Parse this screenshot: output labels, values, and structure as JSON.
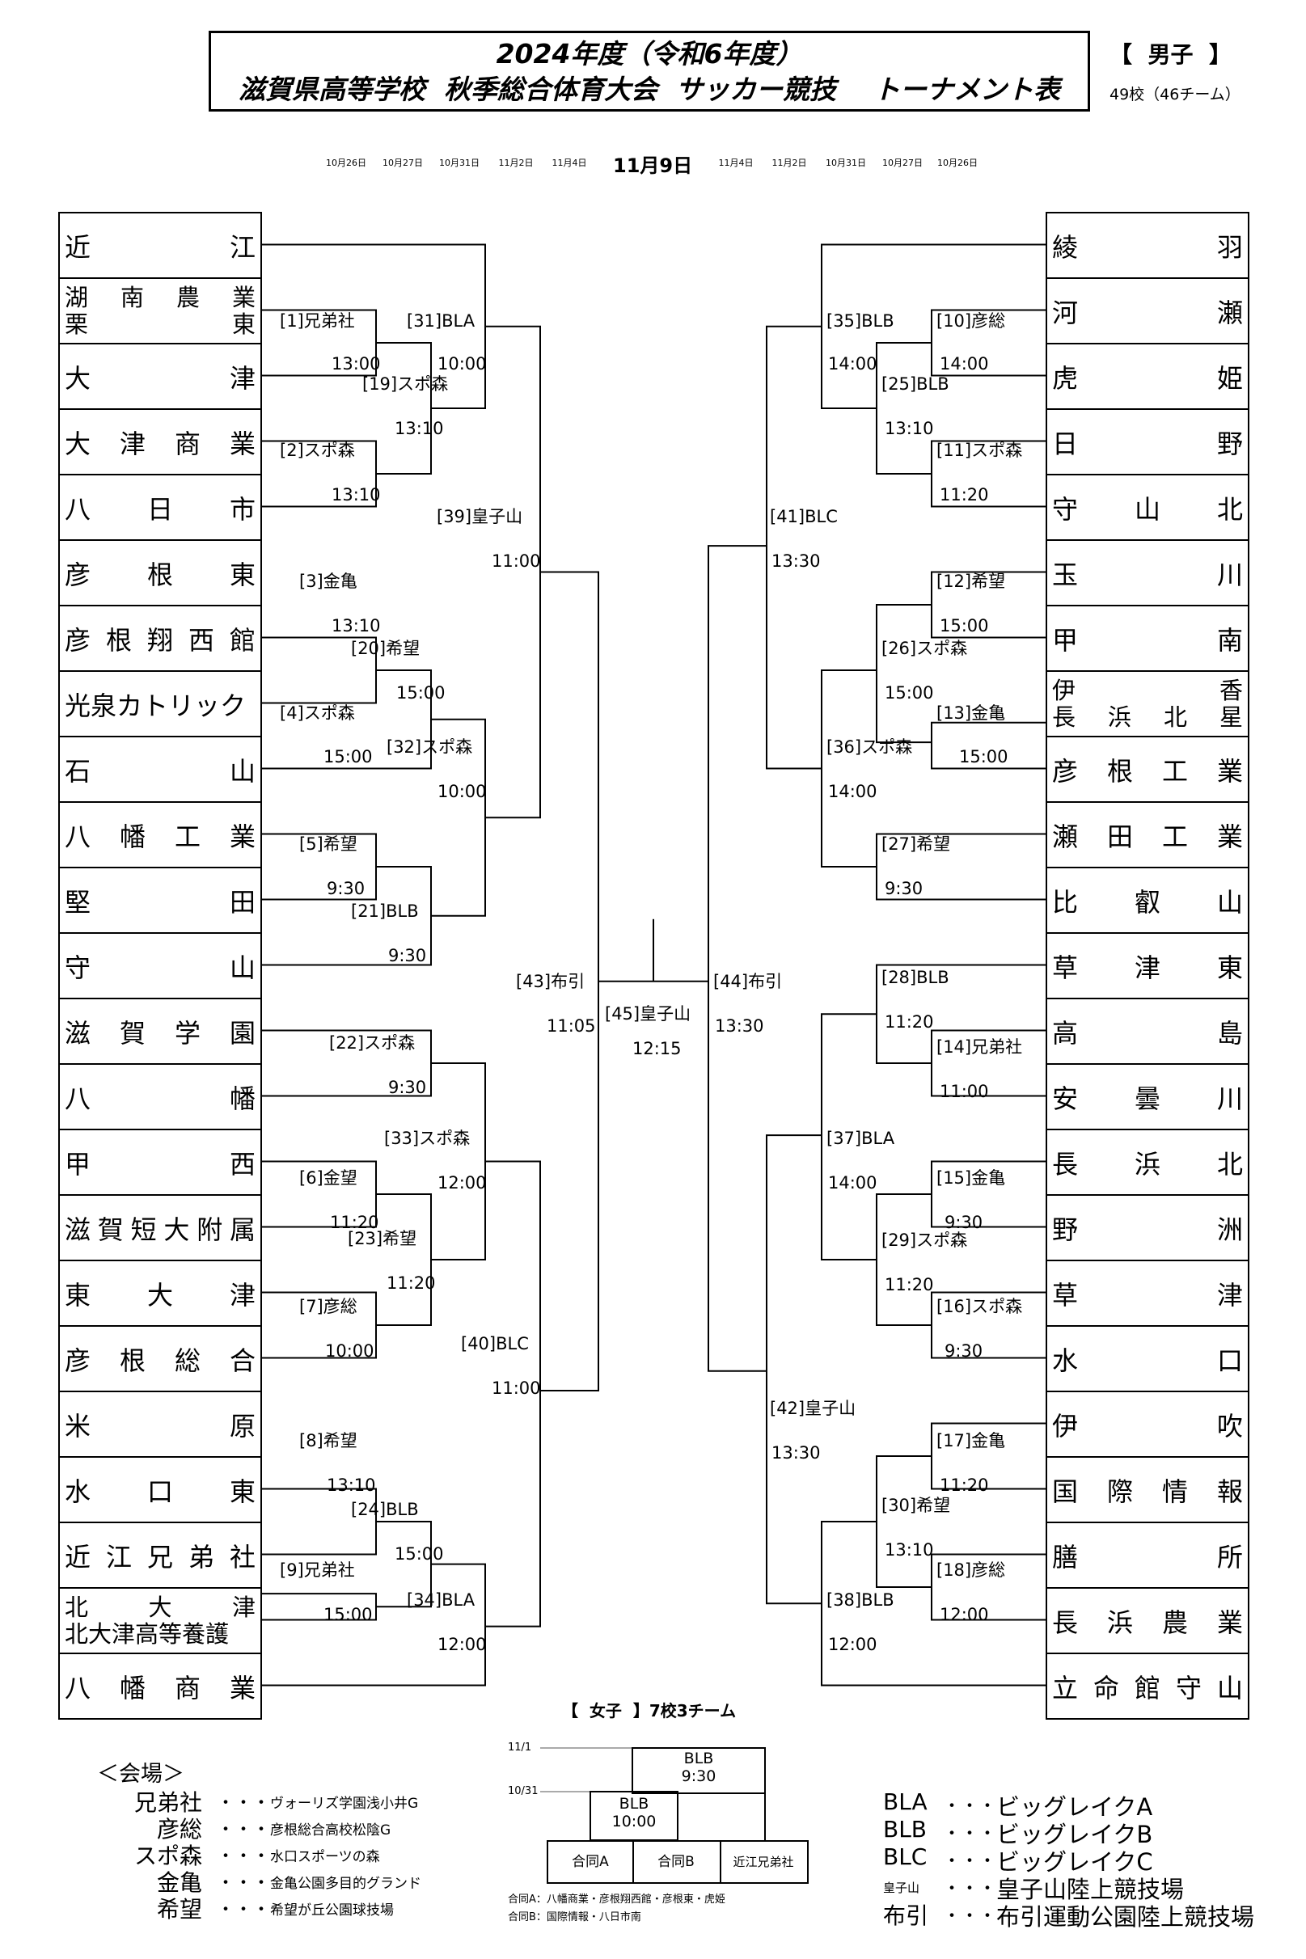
{
  "header": {
    "title_line1": "2024年度（令和6年度）",
    "title_line2": "滋賀県高等学校  秋季総合体育大会  サッカー競技    トーナメント表",
    "gender": "【  男子  】",
    "school_count": "49校（46チーム）"
  },
  "dates": {
    "left": [
      "10月26日",
      "10月27日",
      "10月31日",
      "11月2日",
      "11月4日"
    ],
    "center": "11月9日",
    "right": [
      "11月4日",
      "11月2日",
      "10月31日",
      "10月27日",
      "10月26日"
    ]
  },
  "left_teams": [
    {
      "lines": [
        "近江"
      ]
    },
    {
      "lines": [
        "湖南農業",
        "栗東"
      ]
    },
    {
      "lines": [
        "大津"
      ]
    },
    {
      "lines": [
        "大津商業"
      ]
    },
    {
      "lines": [
        "八日市"
      ]
    },
    {
      "lines": [
        "彦根東"
      ]
    },
    {
      "lines": [
        "彦根翔西館"
      ]
    },
    {
      "lines": [
        "光泉カトリック"
      ]
    },
    {
      "lines": [
        "石山"
      ]
    },
    {
      "lines": [
        "八幡工業"
      ]
    },
    {
      "lines": [
        "堅田"
      ]
    },
    {
      "lines": [
        "守山"
      ]
    },
    {
      "lines": [
        "滋賀学園"
      ]
    },
    {
      "lines": [
        "八幡"
      ]
    },
    {
      "lines": [
        "甲西"
      ]
    },
    {
      "lines": [
        "滋賀短大附属"
      ]
    },
    {
      "lines": [
        "東大津"
      ]
    },
    {
      "lines": [
        "彦根総合"
      ]
    },
    {
      "lines": [
        "米原"
      ]
    },
    {
      "lines": [
        "水口東"
      ]
    },
    {
      "lines": [
        "近江兄弟社"
      ]
    },
    {
      "lines": [
        "北大津",
        "北大津高等養護"
      ]
    },
    {
      "lines": [
        "八幡商業"
      ]
    }
  ],
  "right_teams": [
    {
      "lines": [
        "綾羽"
      ]
    },
    {
      "lines": [
        "河瀬"
      ]
    },
    {
      "lines": [
        "虎姫"
      ]
    },
    {
      "lines": [
        "日野"
      ]
    },
    {
      "lines": [
        "守山北"
      ]
    },
    {
      "lines": [
        "玉川"
      ]
    },
    {
      "lines": [
        "甲南"
      ]
    },
    {
      "lines": [
        "伊香",
        "長浜北星"
      ]
    },
    {
      "lines": [
        "彦根工業"
      ]
    },
    {
      "lines": [
        "瀬田工業"
      ]
    },
    {
      "lines": [
        "比叡山"
      ]
    },
    {
      "lines": [
        "草津東"
      ]
    },
    {
      "lines": [
        "高島"
      ]
    },
    {
      "lines": [
        "安曇川"
      ]
    },
    {
      "lines": [
        "長浜北"
      ]
    },
    {
      "lines": [
        "野洲"
      ]
    },
    {
      "lines": [
        "草津"
      ]
    },
    {
      "lines": [
        "水口"
      ]
    },
    {
      "lines": [
        "伊吹"
      ]
    },
    {
      "lines": [
        "国際情報"
      ]
    },
    {
      "lines": [
        "膳所"
      ]
    },
    {
      "lines": [
        "長浜農業"
      ]
    },
    {
      "lines": [
        "立命館守山"
      ]
    }
  ],
  "matches": [
    {
      "id": "m1",
      "label": "[1]兄弟社",
      "time": "13:00"
    },
    {
      "id": "m2",
      "label": "[2]スポ森",
      "time": "13:10"
    },
    {
      "id": "m3",
      "label": "[3]金亀",
      "time": "13:10"
    },
    {
      "id": "m4",
      "label": "[4]スポ森",
      "time": "15:00"
    },
    {
      "id": "m5",
      "label": "[5]希望",
      "time": "9:30"
    },
    {
      "id": "m6",
      "label": "[6]金望",
      "time": "11:20"
    },
    {
      "id": "m7",
      "label": "[7]彦総",
      "time": "10:00"
    },
    {
      "id": "m8",
      "label": "[8]希望",
      "time": "13:10"
    },
    {
      "id": "m9",
      "label": "[9]兄弟社",
      "time": "15:00"
    },
    {
      "id": "m10",
      "label": "[10]彦総",
      "time": "14:00"
    },
    {
      "id": "m11",
      "label": "[11]スポ森",
      "time": "11:20"
    },
    {
      "id": "m12",
      "label": "[12]希望",
      "time": "15:00"
    },
    {
      "id": "m13",
      "label": "[13]金亀",
      "time": "15:00"
    },
    {
      "id": "m14",
      "label": "[14]兄弟社",
      "time": "11:00"
    },
    {
      "id": "m15",
      "label": "[15]金亀",
      "time": "9:30"
    },
    {
      "id": "m16",
      "label": "[16]スポ森",
      "time": "9:30"
    },
    {
      "id": "m17",
      "label": "[17]金亀",
      "time": "11:20"
    },
    {
      "id": "m18",
      "label": "[18]彦総",
      "time": "12:00"
    },
    {
      "id": "m19",
      "label": "[19]スポ森",
      "time": "13:10"
    },
    {
      "id": "m20",
      "label": "[20]希望",
      "time": "15:00"
    },
    {
      "id": "m21",
      "label": "[21]BLB",
      "time": "9:30"
    },
    {
      "id": "m22",
      "label": "[22]スポ森",
      "time": "9:30"
    },
    {
      "id": "m23",
      "label": "[23]希望",
      "time": "11:20"
    },
    {
      "id": "m24",
      "label": "[24]BLB",
      "time": "15:00"
    },
    {
      "id": "m25",
      "label": "[25]BLB",
      "time": "13:10"
    },
    {
      "id": "m26",
      "label": "[26]スポ森",
      "time": "15:00"
    },
    {
      "id": "m27",
      "label": "[27]希望",
      "time": "9:30"
    },
    {
      "id": "m28",
      "label": "[28]BLB",
      "time": "11:20"
    },
    {
      "id": "m29",
      "label": "[29]スポ森",
      "time": "11:20"
    },
    {
      "id": "m30",
      "label": "[30]希望",
      "time": "13:10"
    },
    {
      "id": "m31",
      "label": "[31]BLA",
      "time": "10:00"
    },
    {
      "id": "m32",
      "label": "[32]スポ森",
      "time": "10:00"
    },
    {
      "id": "m33",
      "label": "[33]スポ森",
      "time": "12:00"
    },
    {
      "id": "m34",
      "label": "[34]BLA",
      "time": "12:00"
    },
    {
      "id": "m35",
      "label": "[35]BLB",
      "time": "14:00"
    },
    {
      "id": "m36",
      "label": "[36]スポ森",
      "time": "14:00"
    },
    {
      "id": "m37",
      "label": "[37]BLA",
      "time": "14:00"
    },
    {
      "id": "m38",
      "label": "[38]BLB",
      "time": "12:00"
    },
    {
      "id": "m39",
      "label": "[39]皇子山",
      "time": "11:00"
    },
    {
      "id": "m40",
      "label": "[40]BLC",
      "time": "11:00"
    },
    {
      "id": "m41",
      "label": "[41]BLC",
      "time": "13:30"
    },
    {
      "id": "m42",
      "label": "[42]皇子山",
      "time": "13:30"
    },
    {
      "id": "m43",
      "label": "[43]布引",
      "time": "11:05"
    },
    {
      "id": "m44",
      "label": "[44]布引",
      "time": "13:30"
    },
    {
      "id": "m45",
      "label": "[45]皇子山",
      "time": "12:15"
    }
  ],
  "women": {
    "title": "【  女子  】7校3チーム",
    "date_final": "11/1",
    "date_semi": "10/31",
    "final_venue": "BLB",
    "final_time": "9:30",
    "semi_venue": "BLB",
    "semi_time": "10:00",
    "teams": [
      "合同A",
      "合同B",
      "近江兄弟社"
    ],
    "note_a": "合同A：八幡商業・彦根翔西館・彦根東・虎姫",
    "note_b": "合同B：国際情報・八日市南"
  },
  "venues": {
    "heading": "＜会場＞",
    "dots": "・・・",
    "items": [
      {
        "name": "兄弟社",
        "desc": "ヴォーリズ学園浅小井G"
      },
      {
        "name": "彦総",
        "desc": "彦根総合高校松陰G"
      },
      {
        "name": "スポ森",
        "desc": "水口スポーツの森"
      },
      {
        "name": "金亀",
        "desc": "金亀公園多目的グランド"
      },
      {
        "name": "希望",
        "desc": "希望が丘公園球技場"
      }
    ]
  },
  "legend": {
    "dots": "・・・",
    "items": [
      {
        "code": "BLA",
        "desc": "ビッグレイクA"
      },
      {
        "code": "BLB",
        "desc": "ビッグレイクB"
      },
      {
        "code": "BLC",
        "desc": "ビッグレイクC"
      },
      {
        "code": "皇子山",
        "desc": "皇子山陸上競技場"
      },
      {
        "code": "布引",
        "desc": "布引運動公園陸上競技場"
      }
    ]
  }
}
